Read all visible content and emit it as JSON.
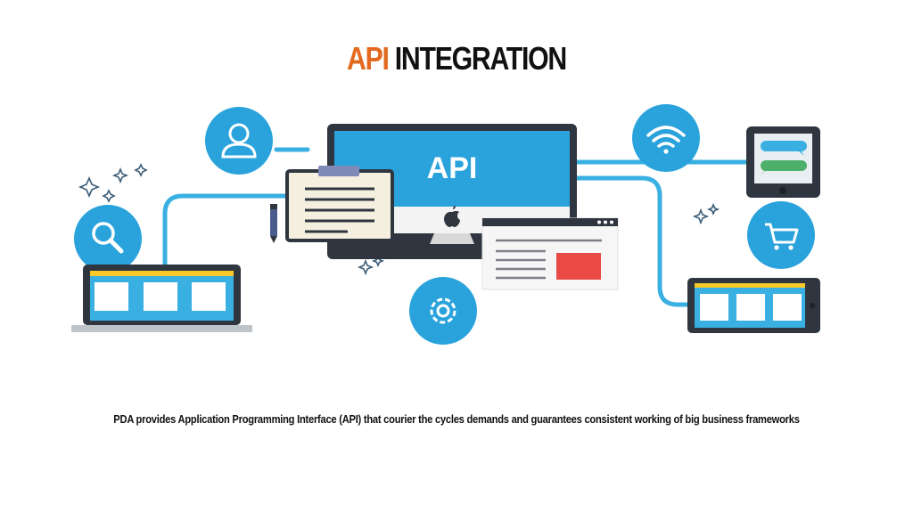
{
  "slide": {
    "title_accent": "API",
    "title_rest": "INTEGRATION",
    "caption": "PDA provides Application Programming Interface (API) that courier the cycles demands and guarantees consistent working of big business frameworks"
  },
  "illustration": {
    "monitor_label": "API",
    "icons": [
      "user-icon",
      "search-icon",
      "wifi-icon",
      "cart-icon",
      "gear-icon",
      "chat-icon",
      "pen-icon",
      "apple-logo-icon",
      "sparkle-icon"
    ],
    "colors": {
      "accent": "#e2691f",
      "blue": "#2aa3dc",
      "light_blue": "#3ab0e2",
      "dark": "#2f3640",
      "paper": "#f4efdf",
      "yellow": "#f6c928",
      "red": "#e94a45",
      "green": "#4caf6a"
    }
  }
}
